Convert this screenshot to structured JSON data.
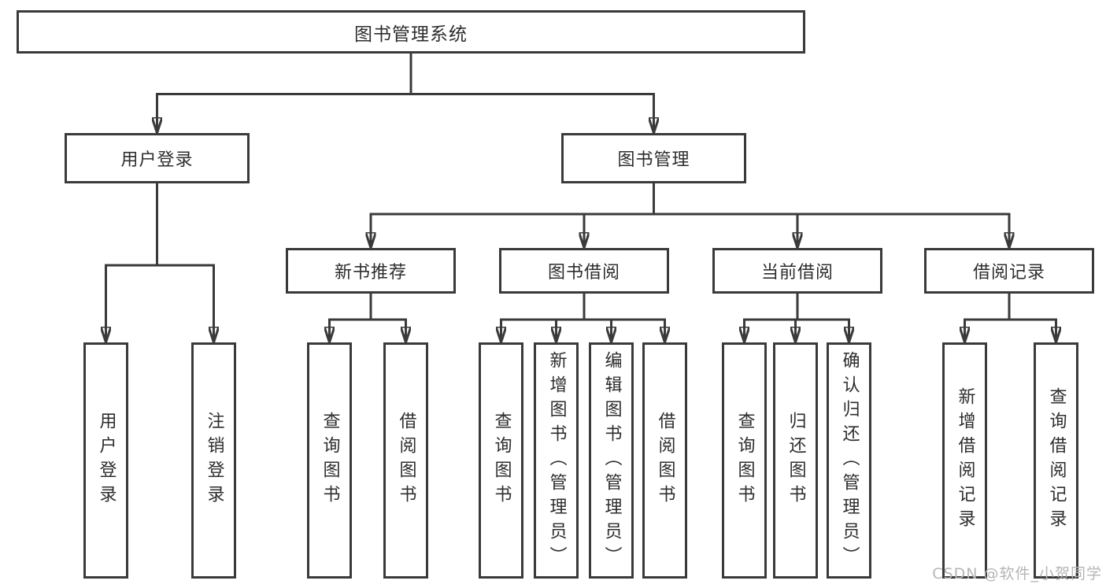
{
  "diagram": {
    "root": {
      "label": "图书管理系统"
    },
    "level2": {
      "user_login": "用户登录",
      "book_management": "图书管理"
    },
    "level3": {
      "new_book_recommend": "新书推荐",
      "book_borrow": "图书借阅",
      "current_borrow": "当前借阅",
      "borrow_records": "借阅记录"
    },
    "leaves": {
      "user_login": [
        "用户登录",
        "注销登录"
      ],
      "new_book_recommend": [
        "查询图书",
        "借阅图书"
      ],
      "book_borrow": [
        "查询图书",
        "新增图书（管理员）",
        "编辑图书（管理员）",
        "借阅图书"
      ],
      "current_borrow": [
        "查询图书",
        "归还图书",
        "确认归还（管理员）"
      ],
      "borrow_records": [
        "新增借阅记录",
        "查询借阅记录"
      ]
    }
  },
  "watermark": {
    "text": "CSDN @软件_小贺同学"
  },
  "colors": {
    "line": "#3a3a3a",
    "box_border": "#3a3a3a",
    "box_fill": "#ffffff",
    "text": "#2d2d2d",
    "watermark": "#b5b5b5",
    "background": "#ffffff"
  }
}
